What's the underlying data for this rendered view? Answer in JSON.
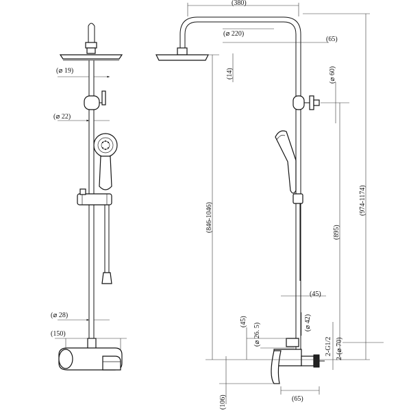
{
  "front_view": {
    "dim_19": "(⌀ 19)",
    "dim_22": "(⌀ 22)",
    "dim_28": "(⌀ 28)",
    "dim_150": "(150)"
  },
  "side_view": {
    "dim_380": "(380)",
    "dim_220": "(⌀ 220)",
    "dim_65_top": "(65)",
    "dim_14": "(14)",
    "dim_60": "(⌀ 60)",
    "dim_846_1046": "(846-1046)",
    "dim_974_1174": "(974-1174)",
    "dim_895": "(895)",
    "dim_45_right": "(45)",
    "dim_45_left": "(45)",
    "dim_26_5": "(⌀ 26. 5)",
    "dim_42": "(⌀ 42)",
    "dim_g12": "2-G1/2",
    "dim_70": "2-(⌀ 70)",
    "dim_65_bottom": "(65)",
    "dim_106": "(106)"
  }
}
